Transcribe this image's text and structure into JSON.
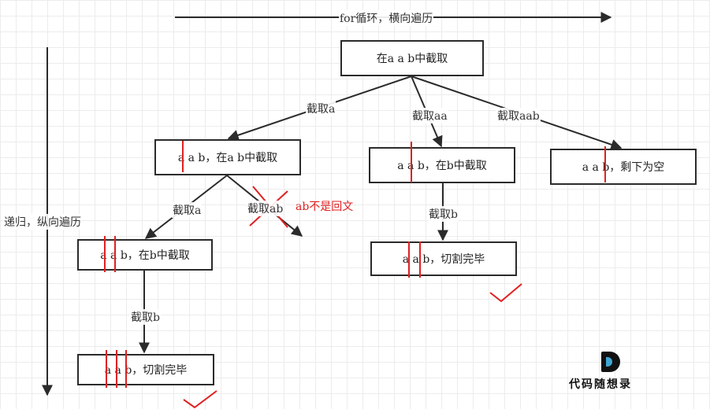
{
  "header": {
    "horizontal_label": "for循环，横向遍历"
  },
  "side": {
    "vertical_label": "递归，纵向遍历"
  },
  "nodes": {
    "root": "在a a b中截取",
    "n1": "a a b，在a b中截取",
    "n2": "a a b，在b中截取",
    "n3": "a a b，剩下为空",
    "n11": "a a b，在b中截取",
    "n21": "a a b，切割完毕",
    "n111": "a a b，切割完毕"
  },
  "edges": {
    "root_n1": "截取a",
    "root_n2": "截取aa",
    "root_n3": "截取aab",
    "n1_n11": "截取a",
    "n1_invalid": "截取ab",
    "n2_n21": "截取b",
    "n11_n111": "截取b"
  },
  "annotations": {
    "invalid_note": "ab不是回文"
  },
  "brand": {
    "name": "代码随想录"
  },
  "colors": {
    "cut_marker": "#e02020",
    "check_mark": "#e02020",
    "line": "#2b2b2b",
    "grid": "#ececec"
  }
}
